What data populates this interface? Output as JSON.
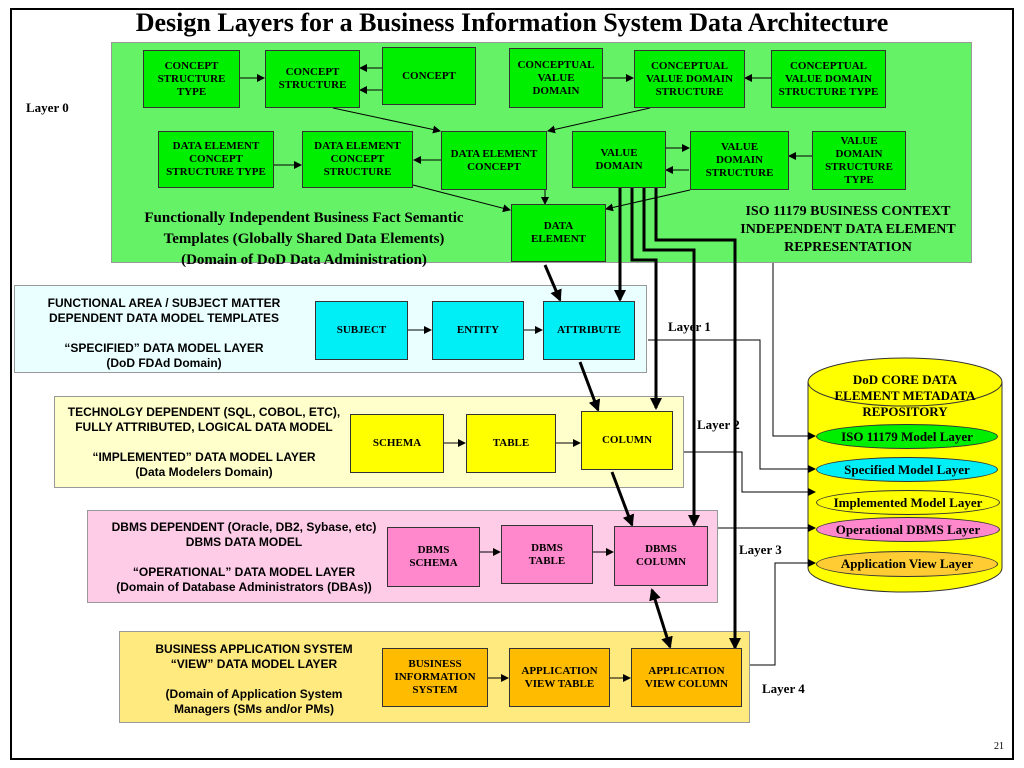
{
  "title": "Design Layers for a Business Information System Data Architecture",
  "page_number": "21",
  "layer_labels": {
    "layer0": "Layer 0",
    "layer1": "Layer 1",
    "layer2": "Layer 2",
    "layer3": "Layer 3",
    "layer4": "Layer 4"
  },
  "layer0": {
    "boxes": {
      "concept_structure_type": "CONCEPT\nSTRUCTURE\nTYPE",
      "concept_structure": "CONCEPT\nSTRUCTURE",
      "concept": "CONCEPT",
      "conceptual_value_domain": "CONCEPTUAL\nVALUE\nDOMAIN",
      "conceptual_value_domain_structure": "CONCEPTUAL\nVALUE DOMAIN\nSTRUCTURE",
      "conceptual_value_domain_structure_type": "CONCEPTUAL\nVALUE DOMAIN\nSTRUCTURE TYPE",
      "data_element_concept_structure_type": "DATA ELEMENT\nCONCEPT\nSTRUCTURE TYPE",
      "data_element_concept_structure": "DATA ELEMENT\nCONCEPT\nSTRUCTURE",
      "data_element_concept": "DATA ELEMENT\nCONCEPT",
      "value_domain": "VALUE\nDOMAIN",
      "value_domain_structure": "VALUE\nDOMAIN\nSTRUCTURE",
      "value_domain_structure_type": "VALUE\nDOMAIN\nSTRUCTURE\nTYPE",
      "data_element": "DATA\nELEMENT"
    },
    "left_text": "Functionally Independent Business Fact Semantic\nTemplates (Globally Shared Data Elements)\n(Domain of  DoD Data Administration)",
    "right_text": "ISO 11179 BUSINESS  CONTEXT\nINDEPENDENT DATA  ELEMENT\nREPRESENTATION"
  },
  "layer1": {
    "text": "FUNCTIONAL AREA / SUBJECT MATTER\nDEPENDENT DATA MODEL TEMPLATES\n\n“SPECIFIED”  DATA MODEL LAYER\n(DoD FDAd Domain)",
    "boxes": {
      "subject": "SUBJECT",
      "entity": "ENTITY",
      "attribute": "ATTRIBUTE"
    }
  },
  "layer2": {
    "text": "TECHNOLGY DEPENDENT (SQL, COBOL, ETC),\nFULLY ATTRIBUTED, LOGICAL DATA MODEL\n\n“IMPLEMENTED” DATA MODEL LAYER\n(Data Modelers Domain)",
    "boxes": {
      "schema": "SCHEMA",
      "table": "TABLE",
      "column": "COLUMN"
    }
  },
  "layer3": {
    "text": "DBMS DEPENDENT (Oracle, DB2, Sybase, etc)\nDBMS DATA MODEL\n\n“OPERATIONAL” DATA MODEL LAYER\n(Domain of Database Administrators (DBAs))",
    "boxes": {
      "dbms_schema": "DBMS\nSCHEMA",
      "dbms_table": "DBMS\nTABLE",
      "dbms_column": "DBMS\nCOLUMN"
    }
  },
  "layer4": {
    "text": "BUSINESS APPLICATION SYSTEM\n“VIEW” DATA MODEL LAYER\n\n(Domain of Application System\nManagers (SMs and/or PMs)",
    "boxes": {
      "business_information_system": "BUSINESS\nINFORMATION\nSYSTEM",
      "application_view_table": "APPLICATION\nVIEW  TABLE",
      "application_view_column": "APPLICATION\nVIEW COLUMN"
    }
  },
  "repository": {
    "title": "DoD CORE DATA\nELEMENT METADATA\nREPOSITORY",
    "items": [
      "ISO 11179 Model Layer",
      "Specified Model Layer",
      "Implemented Model Layer",
      "Operational DBMS Layer",
      "Application View Layer"
    ]
  },
  "colors": {
    "layer0": "#66f266",
    "layer1": "#eaffff",
    "layer2": "#ffffcc",
    "layer3": "#ffcce8",
    "layer4": "#ffea80",
    "repository": "#ffff00"
  }
}
